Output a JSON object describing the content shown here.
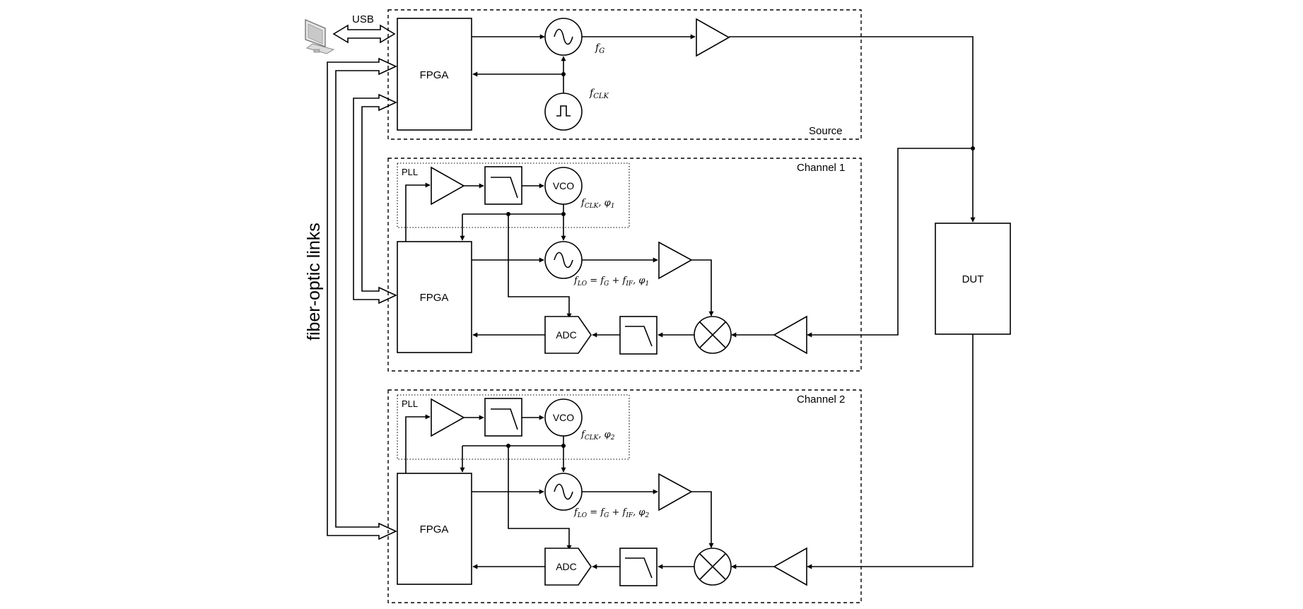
{
  "diagram": {
    "usb_label": "USB",
    "fiber_label": "fiber-optic links",
    "source": {
      "title": "Source",
      "fpga": "FPGA",
      "fg": "f",
      "fg_sub": "G",
      "fclk": "f",
      "fclk_sub": "CLK"
    },
    "dut": "DUT",
    "channels": [
      {
        "title": "Channel 1",
        "pll": "PLL",
        "vco": "VCO",
        "fpga": "FPGA",
        "adc": "ADC",
        "fclk_label": "f",
        "fclk_sub": "CLK",
        "fclk_phase": ", φ",
        "fclk_phase_sub": "1",
        "flo_label": "f",
        "flo_sub": "LO",
        "flo_eq": " = f",
        "flo_eq_sub": "G",
        "flo_plus": " + f",
        "flo_plus_sub": "IF",
        "flo_phase": ", φ",
        "flo_phase_sub": "1"
      },
      {
        "title": "Channel 2",
        "pll": "PLL",
        "vco": "VCO",
        "fpga": "FPGA",
        "adc": "ADC",
        "fclk_label": "f",
        "fclk_sub": "CLK",
        "fclk_phase": ", φ",
        "fclk_phase_sub": "2",
        "flo_label": "f",
        "flo_sub": "LO",
        "flo_eq": " = f",
        "flo_eq_sub": "G",
        "flo_plus": " + f",
        "flo_plus_sub": "IF",
        "flo_phase": ", φ",
        "flo_phase_sub": "2"
      }
    ],
    "icons": {
      "computer": "computer-icon",
      "oscillator": "sine-source-icon",
      "clock": "clock-source-icon",
      "amplifier": "amplifier-icon",
      "filter": "lowpass-filter-icon",
      "mixer": "mixer-icon"
    }
  }
}
